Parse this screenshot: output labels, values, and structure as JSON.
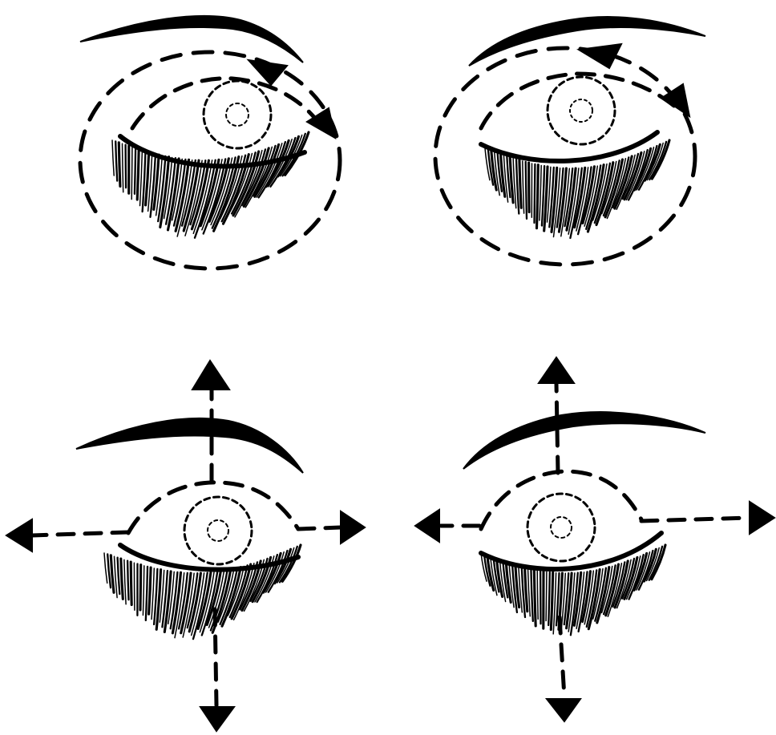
{
  "figure": {
    "ink_color": "#000000",
    "background_color": "#ffffff",
    "panels": [
      {
        "id": "top-left",
        "motion": "circular",
        "direction": "clockwise"
      },
      {
        "id": "top-right",
        "motion": "circular",
        "direction": "clockwise"
      },
      {
        "id": "bottom-left",
        "motion": "cross",
        "directions": [
          "up",
          "down",
          "left",
          "right"
        ]
      },
      {
        "id": "bottom-right",
        "motion": "cross",
        "directions": [
          "up",
          "down",
          "left",
          "right"
        ]
      }
    ]
  }
}
